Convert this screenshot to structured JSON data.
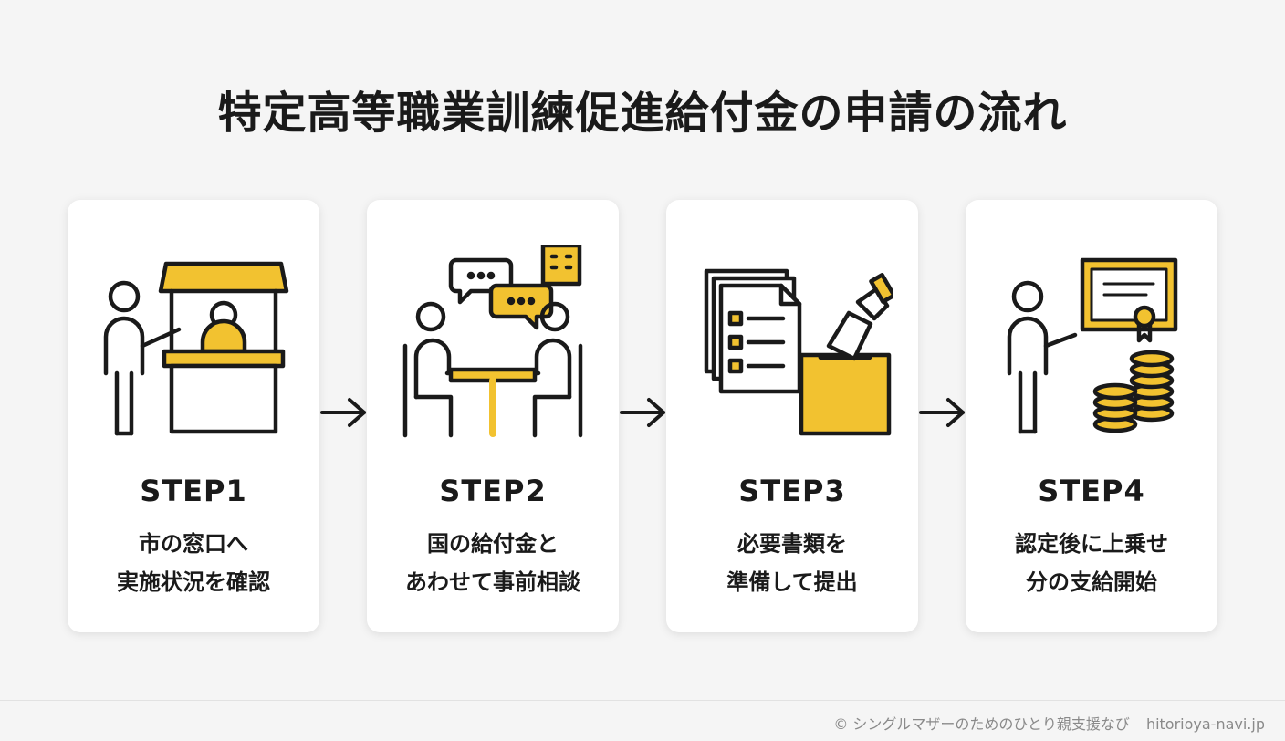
{
  "title": "特定高等職業訓練促進給付金の申請の流れ",
  "colors": {
    "accent": "#f2c230",
    "ink": "#1a1a1a",
    "card": "#ffffff",
    "background": "#f5f5f5"
  },
  "steps": [
    {
      "label": "STEP1",
      "line1": "市の窓口へ",
      "line2": "実施状況を確認",
      "icon": "city-counter-icon"
    },
    {
      "label": "STEP2",
      "line1": "国の給付金と",
      "line2": "あわせて事前相談",
      "icon": "consultation-icon"
    },
    {
      "label": "STEP3",
      "line1": "必要書類を",
      "line2": "準備して提出",
      "icon": "document-submission-icon"
    },
    {
      "label": "STEP4",
      "line1": "認定後に上乗せ",
      "line2": "分の支給開始",
      "icon": "benefit-payment-icon"
    }
  ],
  "credit": {
    "copyright": "© シングルマザーのためのひとり親支援なび",
    "site": "hitorioya-navi.jp"
  }
}
